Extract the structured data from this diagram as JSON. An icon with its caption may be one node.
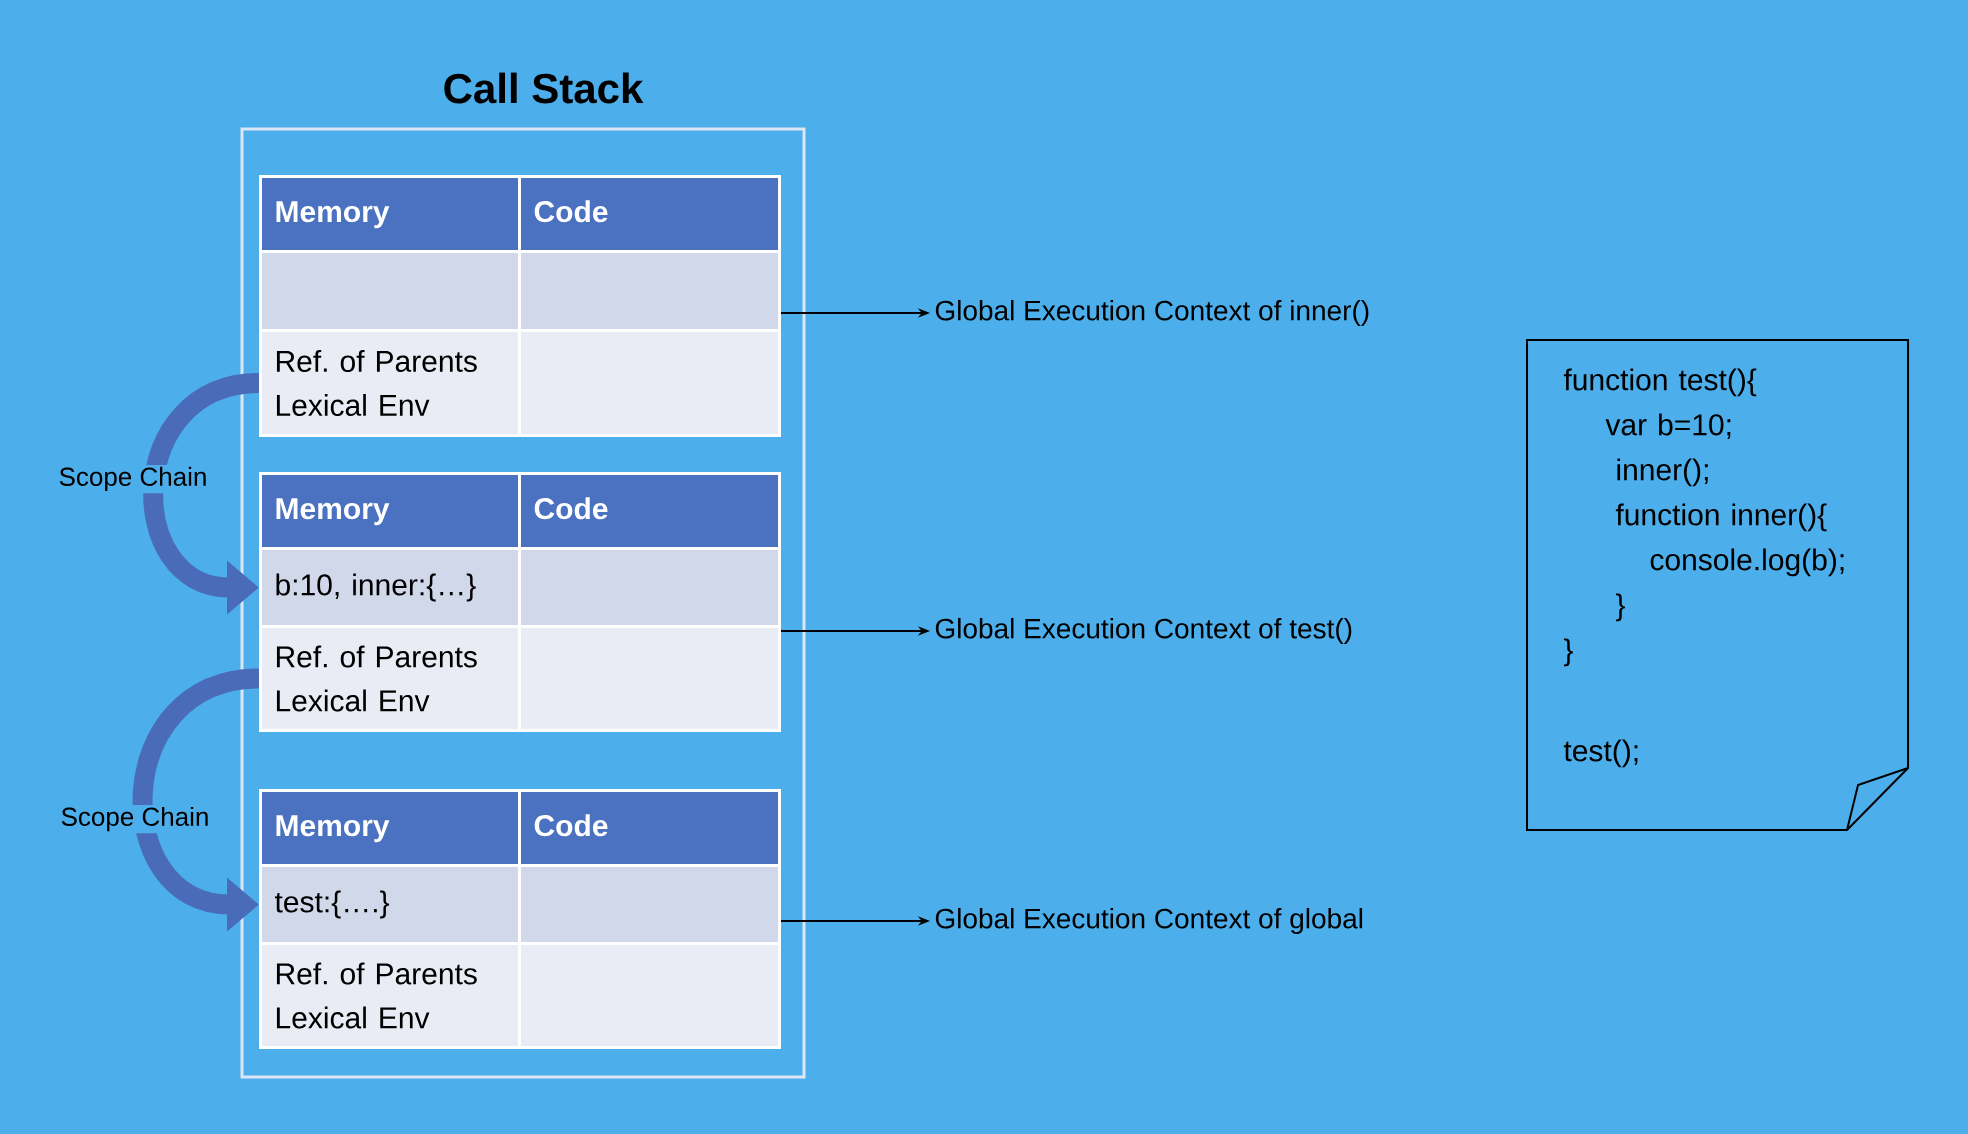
{
  "diagram": {
    "nodes": [
      {
        "text": [
          "Call Stack"
        ]
      },
      {
        "text": [
          "Memory"
        ],
        "in": 0
      },
      {
        "text": [
          "Code"
        ],
        "in": 0
      },
      {
        "text": [],
        "shape": "box",
        "in": 0
      },
      {
        "text": [],
        "shape": "box",
        "in": 0
      },
      {
        "text": [
          "Ref. of Parents Lexical Env"
        ],
        "in": 0
      },
      {
        "text": [],
        "shape": "box",
        "in": 0
      },
      {
        "text": [
          "Memory"
        ],
        "in": 0
      },
      {
        "text": [
          "Code"
        ],
        "in": 0
      },
      {
        "text": [
          "b:10, inner:{…}"
        ],
        "in": 0
      },
      {
        "text": [],
        "shape": "box",
        "in": 0
      },
      {
        "text": [
          "Ref. of Parents Lexical Env"
        ],
        "in": 0
      },
      {
        "text": [],
        "shape": "box",
        "in": 0
      },
      {
        "text": [
          "Memory"
        ],
        "in": 0
      },
      {
        "text": [
          "Code"
        ],
        "in": 0
      },
      {
        "text": [
          "test:{….}"
        ],
        "in": 0
      },
      {
        "text": [],
        "shape": "box",
        "in": 0
      },
      {
        "text": [
          "Ref. of Parents Lexical Env"
        ],
        "in": 0
      },
      {
        "text": [],
        "shape": "box",
        "in": 0
      },
      {
        "text": [
          "Global Execution Context of inner()"
        ]
      },
      {
        "text": [
          "Global Execution Context of test()"
        ]
      },
      {
        "text": [
          "Global Execution Context of global"
        ]
      },
      {
        "text": [
          "function test(){",
          "var b=10;",
          "inner();",
          "function inner(){",
          "console.log(b);",
          "}",
          "}",
          "test();"
        ]
      }
    ],
    "edges": [
      {
        "from": 4,
        "to": 19,
        "arrow": "to"
      },
      {
        "from": 10,
        "to": 20,
        "arrow": "to"
      },
      {
        "from": 16,
        "to": 21,
        "arrow": "to"
      },
      {
        "from": 5,
        "to": 9,
        "arrow": "to",
        "label": "Scope Chain",
        "style": "thick",
        "color": "#4a6cb8"
      },
      {
        "from": 11,
        "to": 15,
        "arrow": "to",
        "label": "Scope Chain",
        "style": "thick",
        "color": "#4a6cb8"
      }
    ]
  }
}
